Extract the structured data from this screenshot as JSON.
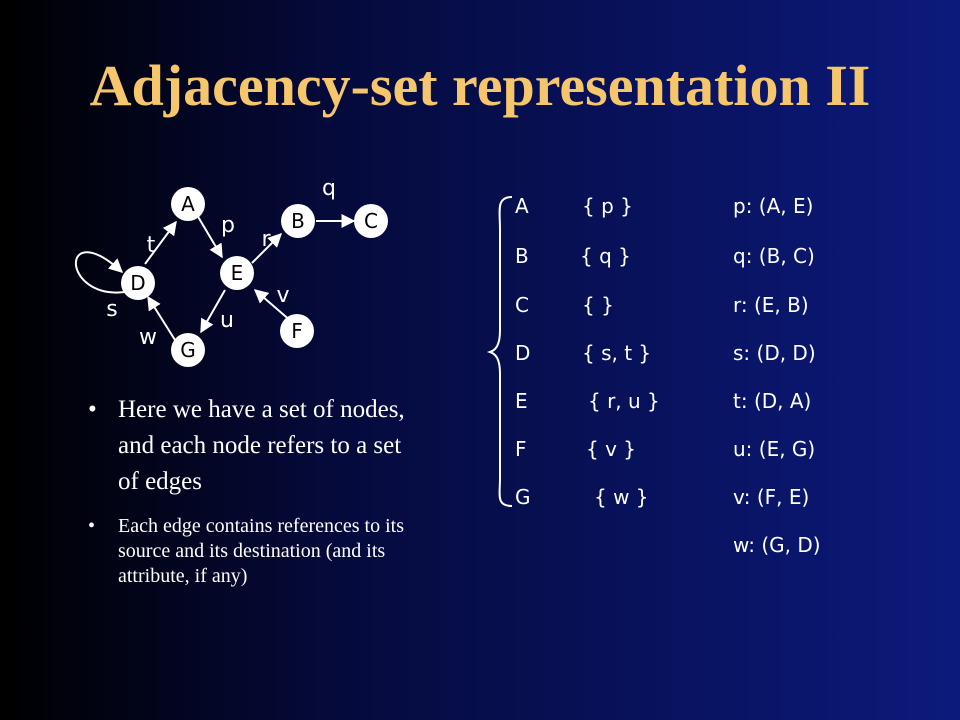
{
  "title": "Adjacency-set representation II",
  "graph": {
    "nodes": [
      "A",
      "B",
      "C",
      "D",
      "E",
      "F",
      "G"
    ],
    "edge_labels": [
      "p",
      "q",
      "r",
      "s",
      "t",
      "u",
      "v",
      "w"
    ]
  },
  "node_sets": [
    {
      "node": "A",
      "set": "{ p }"
    },
    {
      "node": "B",
      "set": "{ q }"
    },
    {
      "node": "C",
      "set": "{ }"
    },
    {
      "node": "D",
      "set": "{ s, t }"
    },
    {
      "node": "E",
      "set": "{ r, u }"
    },
    {
      "node": "F",
      "set": "{ v }"
    },
    {
      "node": "G",
      "set": "{ w }"
    }
  ],
  "edges": [
    "p: (A, E)",
    "q: (B, C)",
    "r: (E, B)",
    "s: (D, D)",
    "t: (D, A)",
    "u: (E, G)",
    "v: (F, E)",
    "w: (G, D)"
  ],
  "bullets": [
    "Here we have a set of nodes, and each node refers to a set of edges",
    "Each edge contains references to its source and its destination (and its attribute, if any)"
  ],
  "bullet_symbol": "•"
}
